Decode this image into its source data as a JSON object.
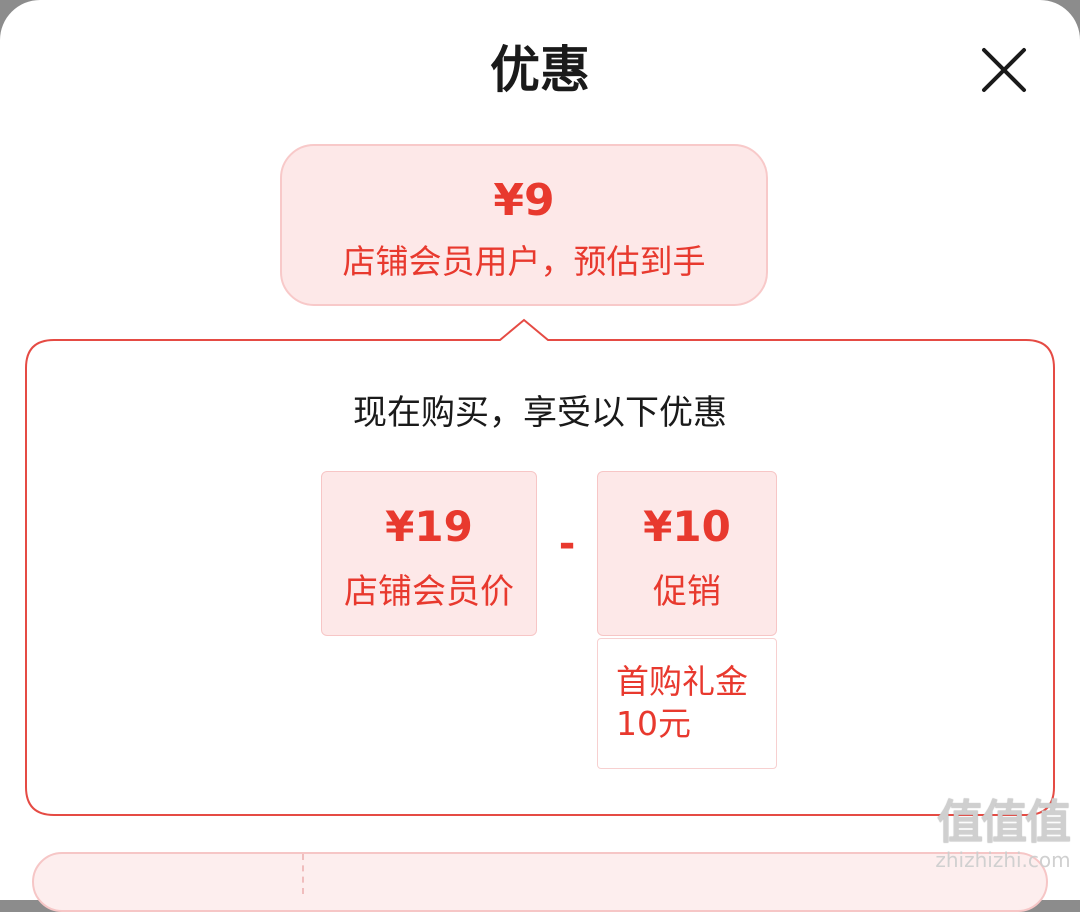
{
  "dialog": {
    "title": "优惠",
    "close_icon": "close-icon"
  },
  "estimate": {
    "price": "¥9",
    "label": "店铺会员用户，预估到手"
  },
  "breakdown": {
    "heading": "现在购买，享受以下优惠",
    "member_price": {
      "price": "¥19",
      "label": "店铺会员价"
    },
    "operator": "-",
    "promotion": {
      "price": "¥10",
      "label": "促销"
    },
    "gift": "首购礼金10元"
  },
  "colors": {
    "accent": "#e8392e",
    "chip_bg": "#fde8e8",
    "panel_border": "#e54b44"
  },
  "watermark": {
    "logo": "值值值",
    "url": "zhizhizhi.com"
  }
}
